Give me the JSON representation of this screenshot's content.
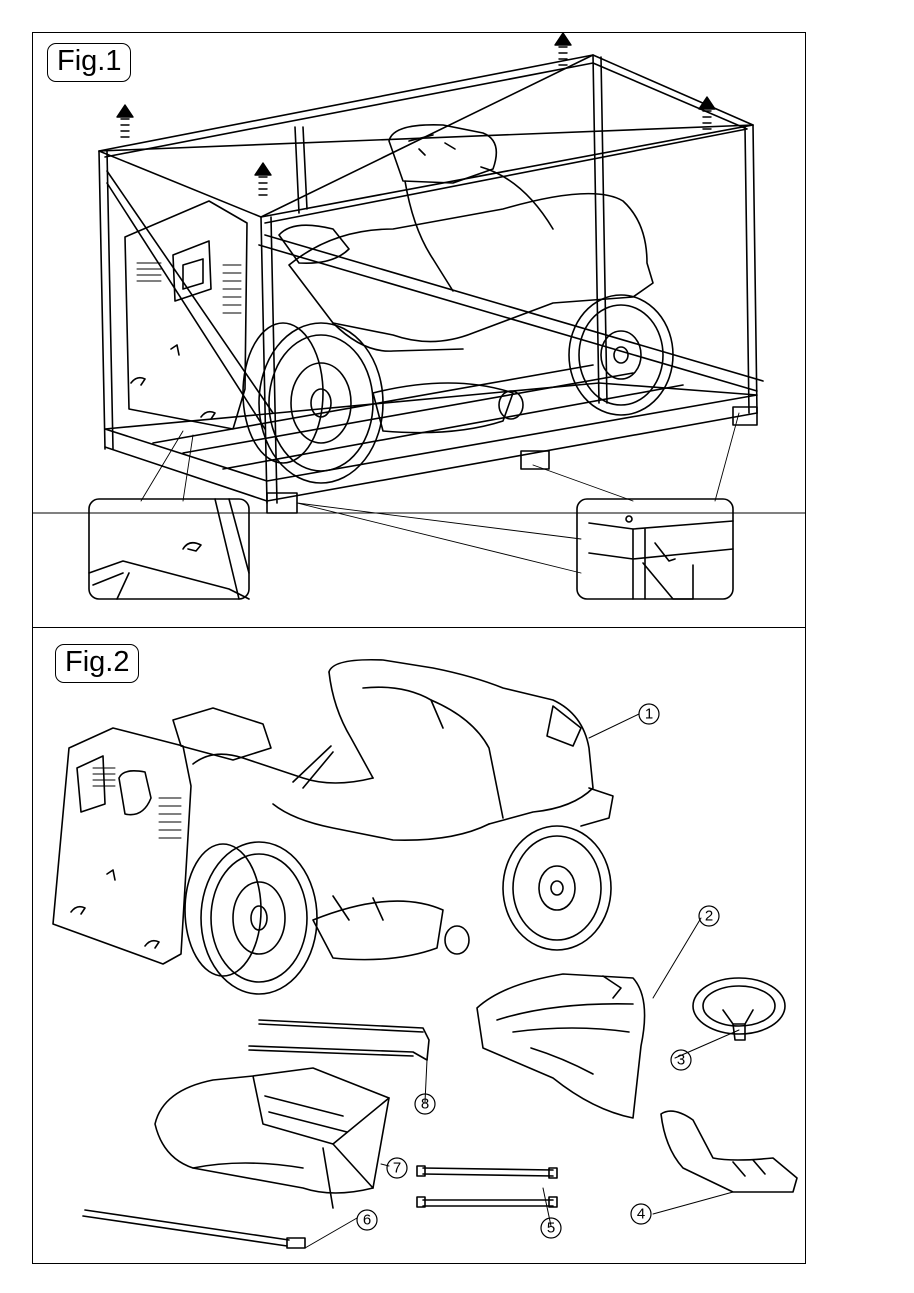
{
  "figures": [
    {
      "label": "Fig.1"
    },
    {
      "label": "Fig.2"
    }
  ],
  "callouts": [
    "1",
    "2",
    "3",
    "4",
    "5",
    "6",
    "7",
    "8"
  ],
  "colors": {
    "line": "#000000",
    "background": "#ffffff"
  }
}
